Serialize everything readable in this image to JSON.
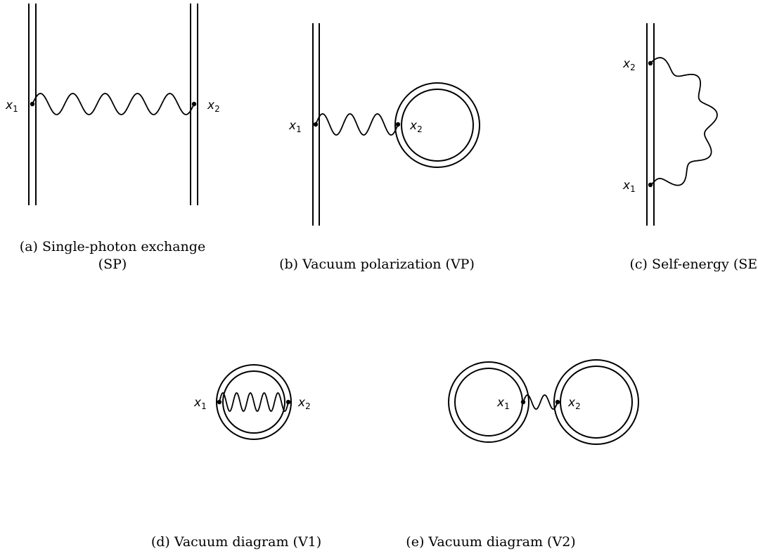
{
  "labels": {
    "x": "x",
    "sub1": "1",
    "sub2": "2"
  },
  "panels": {
    "a": {
      "caption_line1": "(a) Single-photon exchange",
      "caption_line2": "(SP)"
    },
    "b": {
      "caption": "(b) Vacuum polarization (VP)"
    },
    "c": {
      "caption": "(c) Self-energy (SE)"
    },
    "d": {
      "caption": "(d) Vacuum diagram (V1)"
    },
    "e": {
      "caption": "(e) Vacuum diagram (V2)"
    }
  }
}
